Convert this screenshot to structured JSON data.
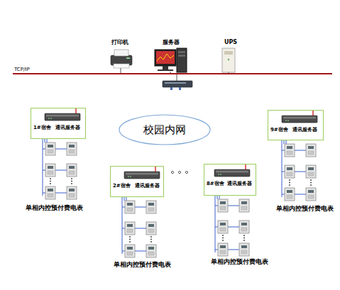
{
  "diagram": {
    "nodes": [
      {
        "text": [
          "1#宿舍",
          "通讯服务器"
        ]
      },
      {
        "text": [
          "校园内网"
        ]
      },
      {
        "text": [
          "9#宿舍",
          "通讯服务器"
        ]
      },
      {
        "text": [
          "2#宿舍",
          "通讯服务器"
        ]
      },
      {
        "text": [
          "8#宿舍",
          "通讯服务器"
        ]
      }
    ],
    "labels": [
      "打印机",
      "服务器",
      "UPS",
      "TCP/IP",
      "单相内控预付费电表",
      "单相内控预付费电表",
      "单相内控预付费电表",
      "单相内控预付费电表"
    ]
  }
}
